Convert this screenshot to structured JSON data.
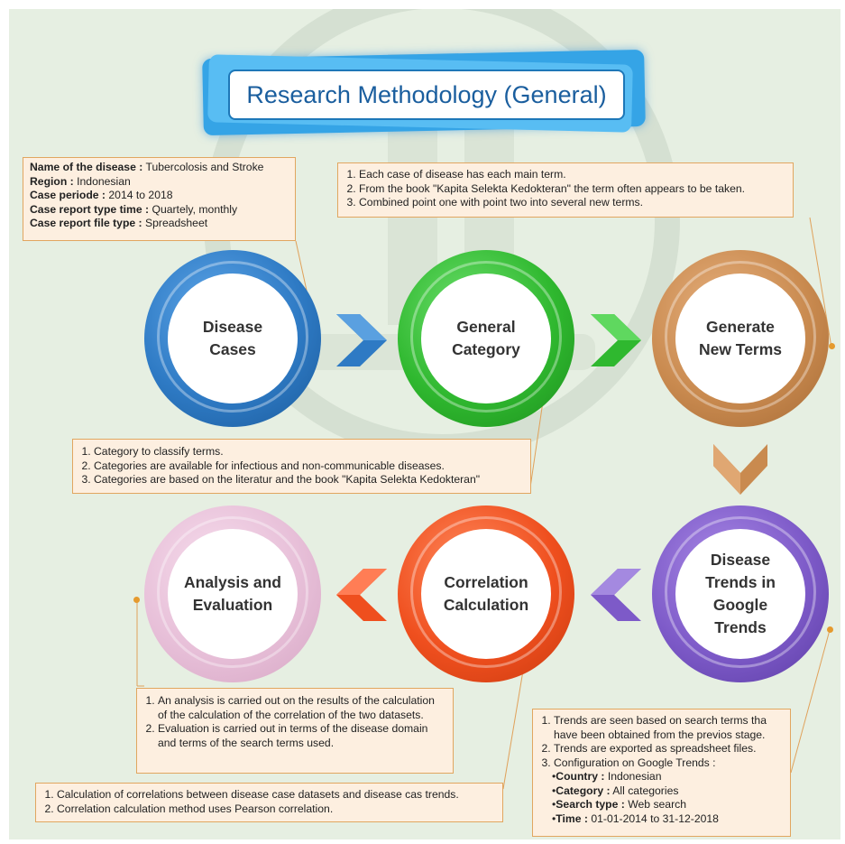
{
  "title": "Research Methodology (General)",
  "colors": {
    "blue": "#2e7ac4",
    "green": "#2fb82f",
    "brown": "#c98a4f",
    "purple": "#7d5ac8",
    "orange": "#ef4f1e",
    "pink": "#e7bfd8",
    "note_bg": "#fdefe0",
    "note_border": "#e1a660"
  },
  "nodes": {
    "disease_cases": [
      "Disease",
      "Cases"
    ],
    "general_category": [
      "General",
      "Category"
    ],
    "generate_new_terms": [
      "Generate",
      "New Terms"
    ],
    "disease_trends": [
      "Disease",
      "Trends in",
      "Google",
      "Trends"
    ],
    "correlation": [
      "Correlation",
      "Calculation"
    ],
    "analysis": [
      "Analysis and",
      "Evaluation"
    ]
  },
  "notes": {
    "disease_info": [
      {
        "label": "Name of the disease :",
        "value": " Tubercolosis and Stroke"
      },
      {
        "label": "Region :",
        "value": " Indonesian"
      },
      {
        "label": "Case periode :",
        "value": " 2014 to 2018"
      },
      {
        "label": "Case report type time :",
        "value": " Quartely, monthly"
      },
      {
        "label": "Case report file type :",
        "value": " Spreadsheet"
      }
    ],
    "terms": [
      "Each case of disease has each main term.",
      "From the book \"Kapita Selekta Kedokteran\" the term often appears to be taken.",
      "Combined point one with point two into several new terms."
    ],
    "category": [
      "Category to classify terms.",
      "Categories are available for infectious and non-communicable diseases.",
      "Categories are based  on the literatur and the book \"Kapita Selekta Kedokteran\""
    ],
    "analysis": [
      "An analysis is carried out on the results of the calculation of the calculation of the correlation of the two datasets.",
      "Evaluation is carried out in terms of the disease domain and terms of the search terms used."
    ],
    "correlation": [
      "Calculation of correlations between disease case datasets and disease cas trends.",
      "Correlation calculation method uses Pearson correlation."
    ],
    "trends": [
      "Trends are seen based on search terms tha have been obtained from the previos stage.",
      "Trends are exported as spreadsheet files.",
      "Configuration on Google Trends :"
    ],
    "trends_config": [
      {
        "label": "Country :",
        "value": " Indonesian"
      },
      {
        "label": "Category :",
        "value": " All categories"
      },
      {
        "label": "Search type :",
        "value": " Web search"
      },
      {
        "label": "Time :",
        "value": " 01-01-2014 to 31-12-2018"
      }
    ]
  }
}
